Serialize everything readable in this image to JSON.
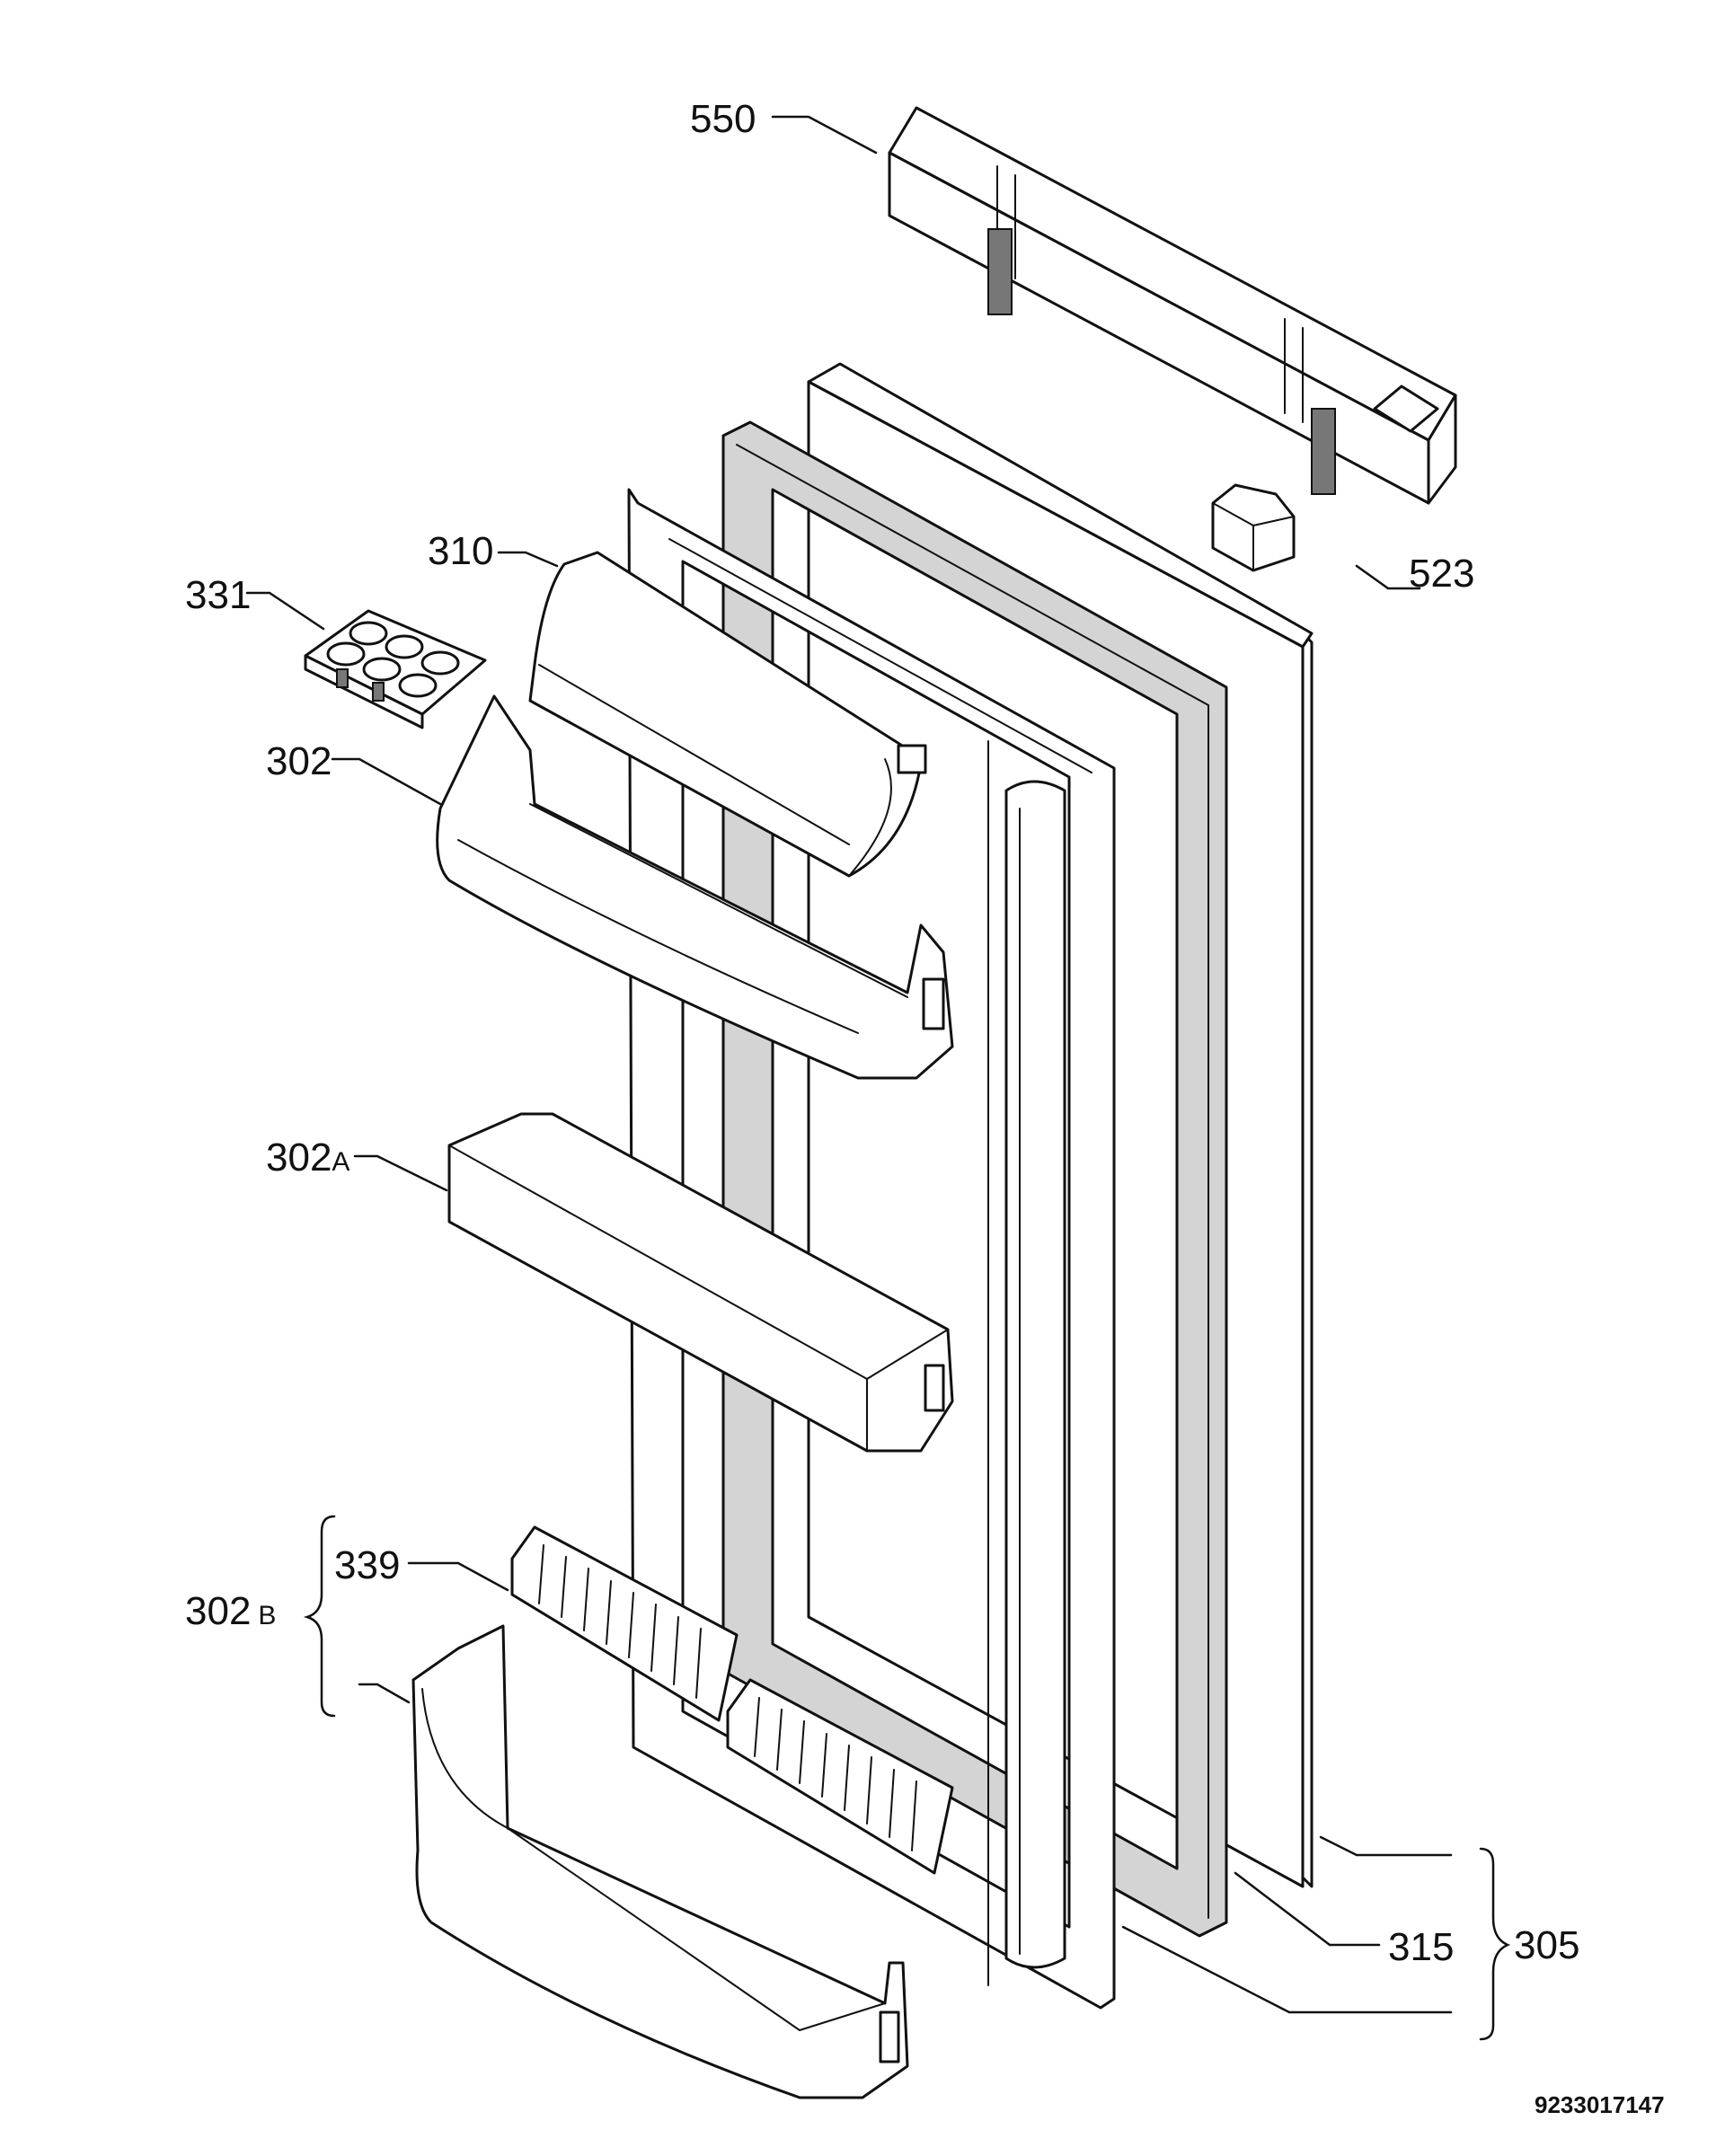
{
  "labels": {
    "p550": "550",
    "p523": "523",
    "p310": "310",
    "p331": "331",
    "p302": "302",
    "p302a_num": "302",
    "p302a_suffix": "A",
    "p339": "339",
    "p302b_num": "302",
    "p302b_suffix": "B",
    "p315": "315",
    "p305": "305"
  },
  "document_number": "9233017147"
}
